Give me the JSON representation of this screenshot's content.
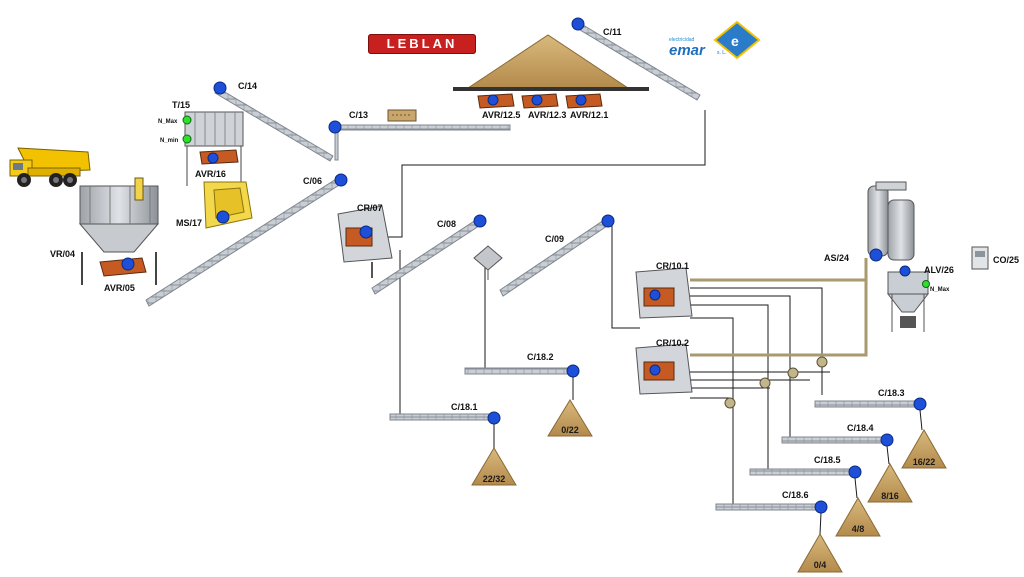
{
  "brand": {
    "leblan_logo": "LEBLAN",
    "emar_small": "electricidad",
    "emar_name": "emar",
    "emar_suffix": "s. L."
  },
  "equipment": {
    "hopper": "VR/04",
    "feeder": "AVR/05",
    "conveyor_c06": "C/06",
    "crusher_cr07": "CR/07",
    "conveyor_c08": "C/08",
    "conveyor_c09": "C/09",
    "crusher_cr101": "CR/10.1",
    "crusher_cr102": "CR/10.2",
    "conveyor_c11": "C/11",
    "feeder_avr121": "AVR/12.1",
    "feeder_avr123": "AVR/12.3",
    "feeder_avr125": "AVR/12.5",
    "conveyor_c13": "C/13",
    "conveyor_c14": "C/14",
    "bin_t15": "T/15",
    "level_max": "N_Max",
    "level_min": "N_min",
    "feeder_avr16": "AVR/16",
    "mill_ms17": "MS/17",
    "conveyor_c181": "C/18.1",
    "conveyor_c182": "C/18.2",
    "conveyor_c183": "C/18.3",
    "conveyor_c184": "C/18.4",
    "conveyor_c185": "C/18.5",
    "conveyor_c186": "C/18.6",
    "filter_as24": "AS/24",
    "valve_alv26": "ALV/26",
    "silo_level_max": "N_Max",
    "compressor_co25": "CO/25"
  },
  "piles": {
    "p2232": "22/32",
    "p022": "0/22",
    "p1622": "16/22",
    "p816": "8/16",
    "p48": "4/8",
    "p04": "0/4"
  },
  "colors": {
    "conveyor": "#b8bdc4",
    "motor": "#1e4fd8",
    "crusher_body": "#c55a22",
    "pile": "#c9a66b",
    "duct": "#a89a6e",
    "indicator_on": "#2ee02e",
    "truck": "#f2c200"
  }
}
